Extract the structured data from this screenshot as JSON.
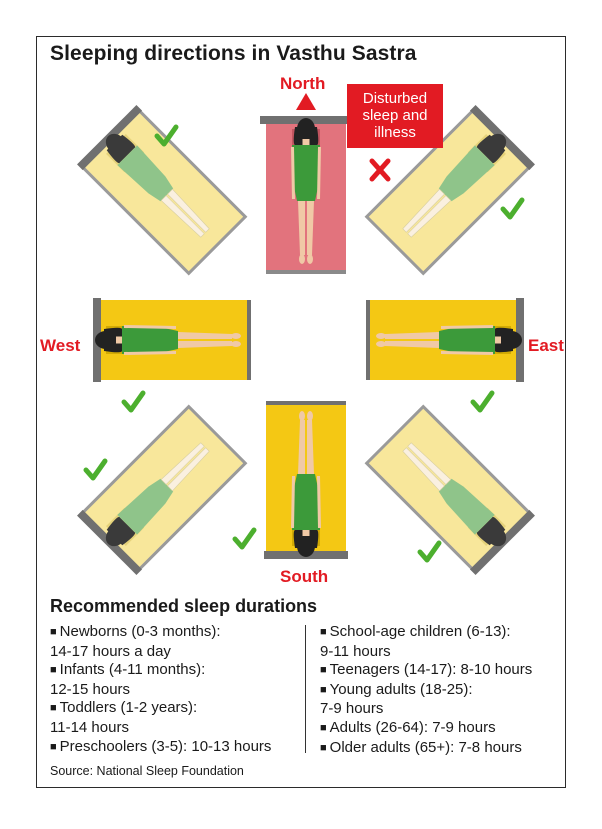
{
  "title": "Sleeping directions in Vasthu Sastra",
  "directions": {
    "north": "North",
    "south": "South",
    "east": "East",
    "west": "West"
  },
  "callout": {
    "line1": "Disturbed",
    "line2": "sleep and",
    "line3": "illness"
  },
  "colors": {
    "accent_red": "#e21b23",
    "check_green": "#4caf2e",
    "bed_yellow": "#f3c400",
    "bed_light": "#f7e58f",
    "bed_red": "#e2737d",
    "frame_gray": "#6b6b6b"
  },
  "icons": {
    "ok": "check-icon",
    "bad": "cross-icon"
  },
  "durations": {
    "heading": "Recommended sleep durations",
    "left": [
      {
        "line1": "Newborns (0-3 months):",
        "line2": "14-17 hours a day"
      },
      {
        "line1": "Infants (4-11 months):",
        "line2": "12-15 hours"
      },
      {
        "line1": "Toddlers (1-2 years):",
        "line2": "11-14 hours"
      },
      {
        "line1": "Preschoolers (3-5): 10-13 hours",
        "line2": ""
      }
    ],
    "right": [
      {
        "line1": "School-age children (6-13):",
        "line2": "9-11 hours"
      },
      {
        "line1": "Teenagers (14-17): 8-10 hours",
        "line2": ""
      },
      {
        "line1": "Young adults (18-25):",
        "line2": "7-9 hours"
      },
      {
        "line1": "Adults (26-64): 7-9 hours",
        "line2": ""
      },
      {
        "line1": "Older adults (65+): 7-8 hours",
        "line2": ""
      }
    ]
  },
  "source": "Source:  National Sleep Foundation"
}
